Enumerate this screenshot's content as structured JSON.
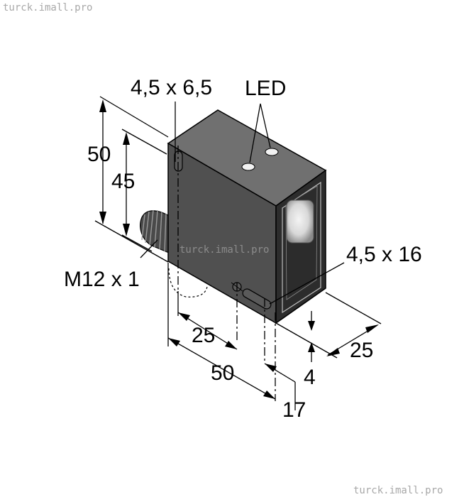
{
  "watermark_top": "turck.imall.pro",
  "watermark_center": "turck.imall.pro",
  "watermark_bottom": "turck.imall.pro",
  "labels": {
    "slot_top": "4,5 x 6,5",
    "led": "LED",
    "height_50": "50",
    "height_45": "45",
    "connector": "M12 x 1",
    "slot_front": "4,5 x 16",
    "depth_25_left": "25",
    "depth_25_right": "25",
    "depth_4": "4",
    "width_50": "50",
    "width_17": "17"
  },
  "colors": {
    "body_side": "#505050",
    "body_top": "#707070",
    "body_front": "#2c2c2c",
    "lens": "#e9e9e9",
    "line": "#000000"
  }
}
